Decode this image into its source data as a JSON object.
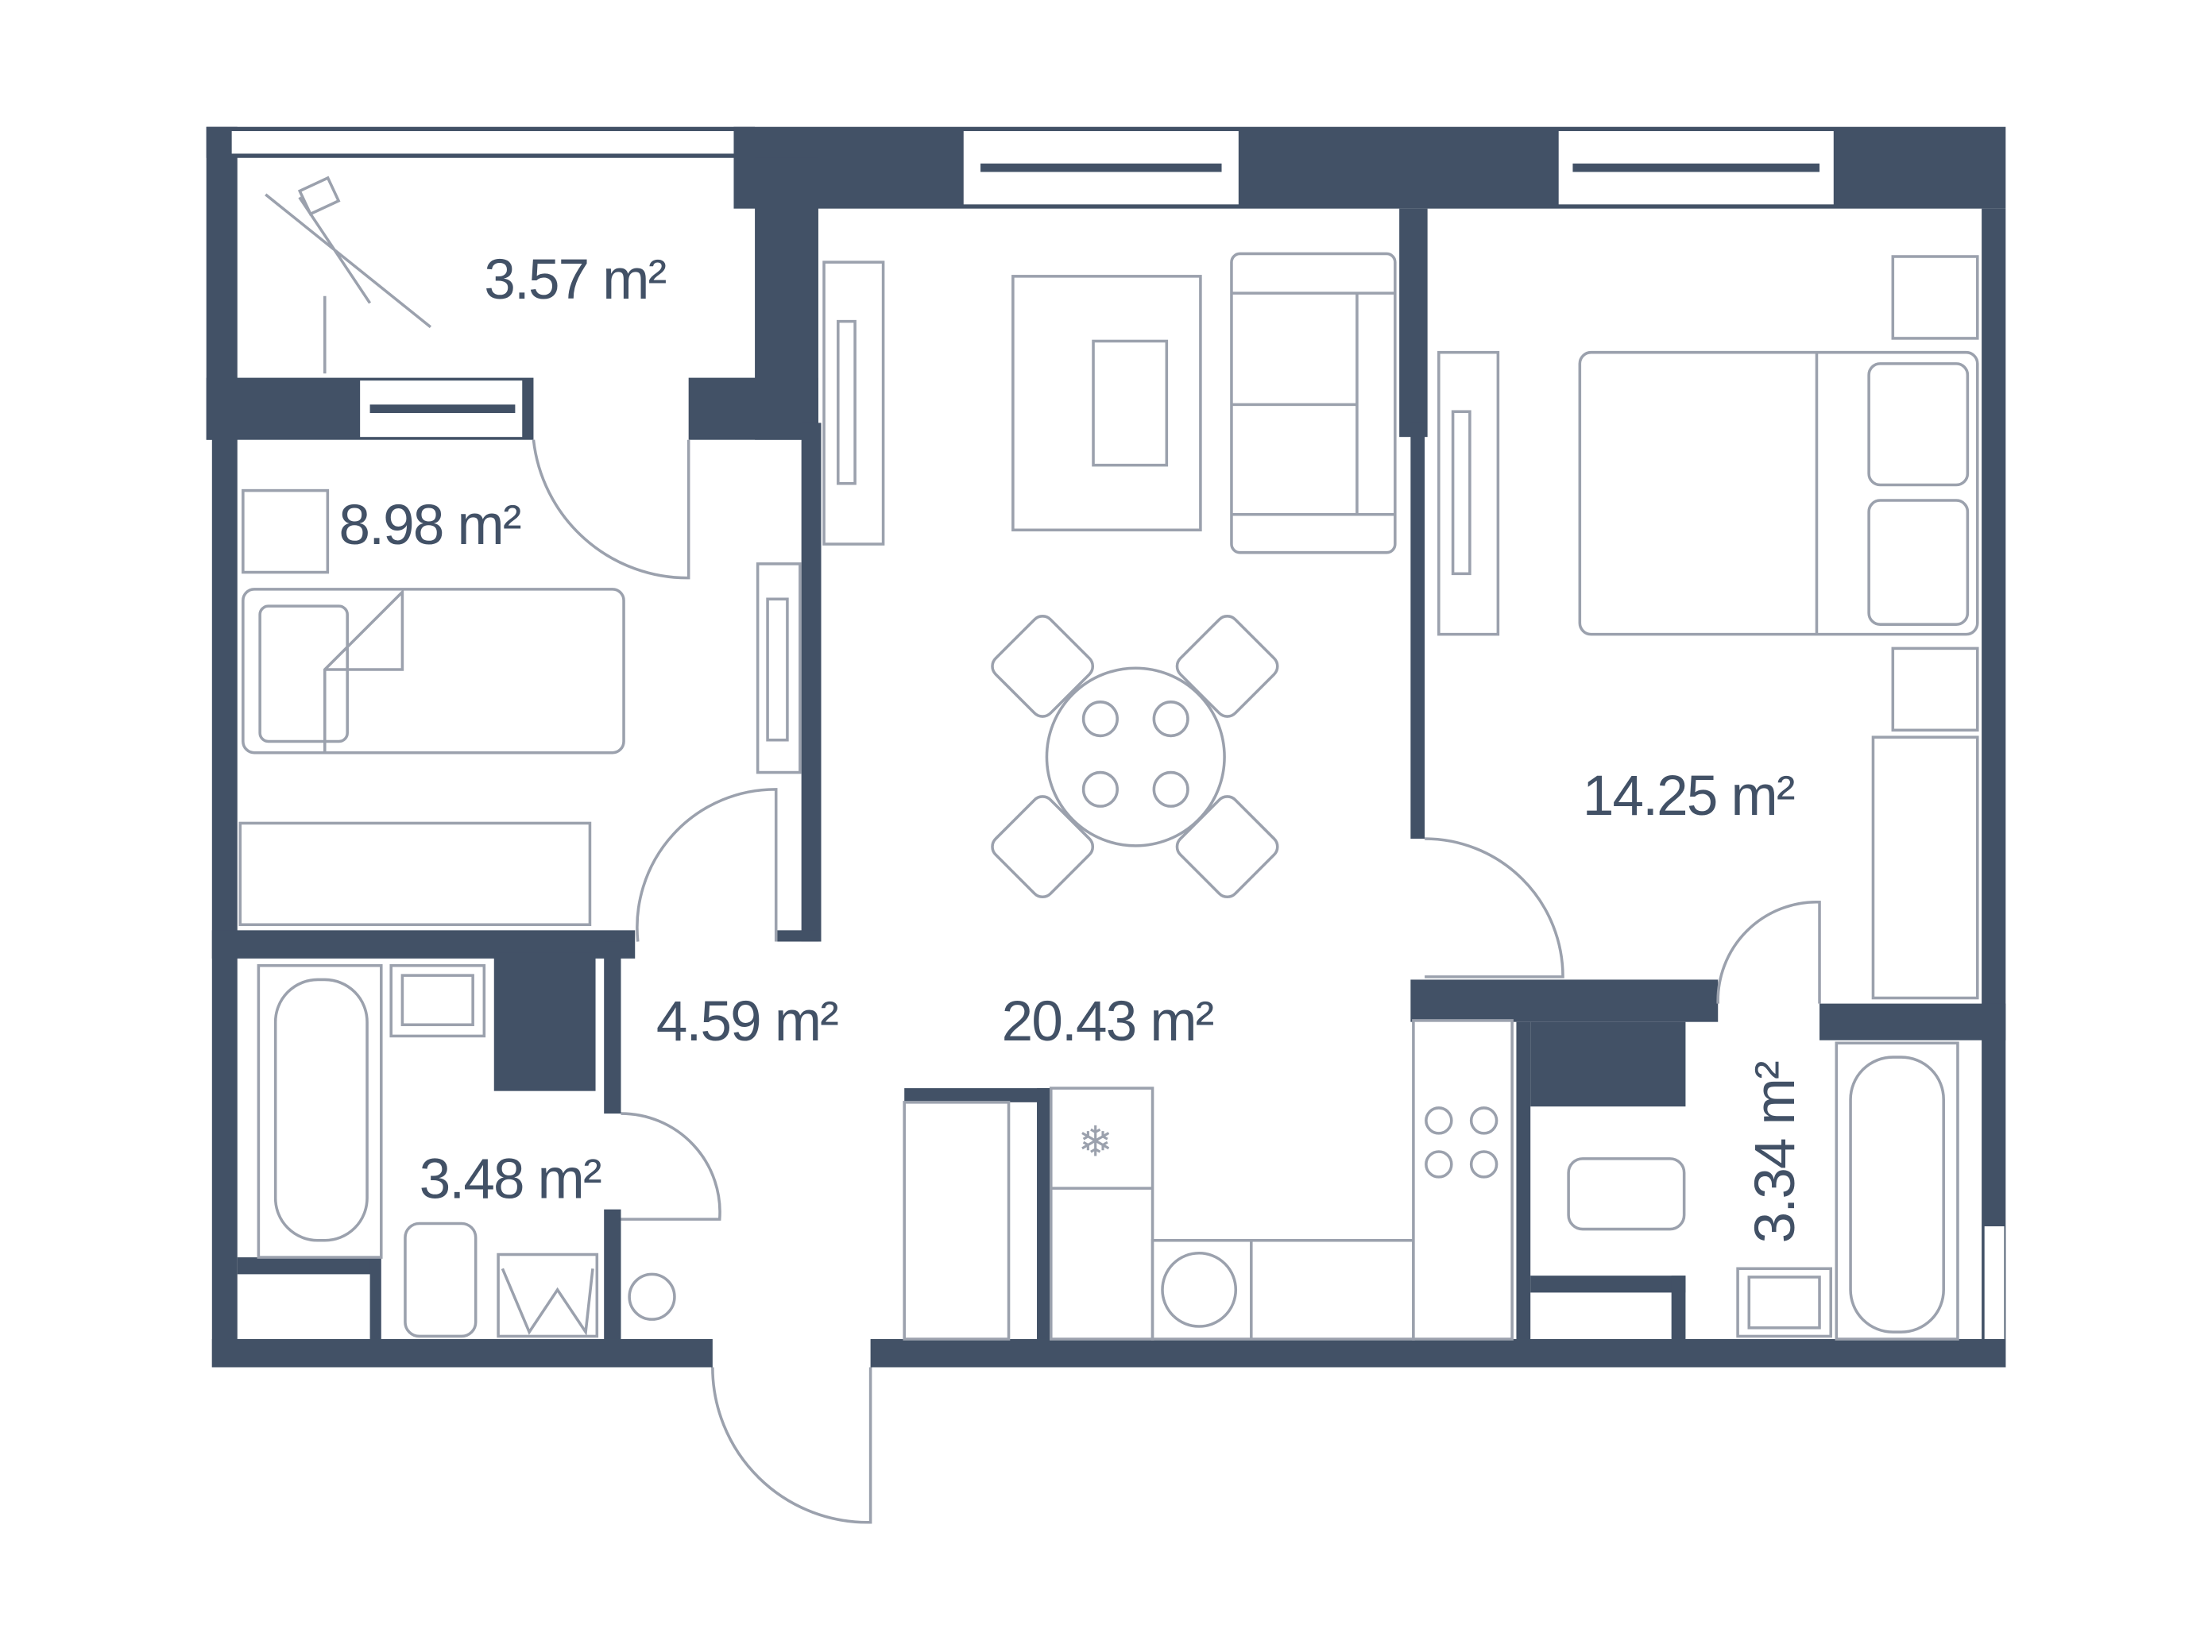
{
  "plan": {
    "wall_color": "#425166",
    "line_color": "#9ba1ad",
    "rooms": [
      {
        "name": "balcony",
        "area": "3.57 m²"
      },
      {
        "name": "bedroom-small",
        "area": "8.98 m²"
      },
      {
        "name": "living-kitchen",
        "area": "20.43 m²"
      },
      {
        "name": "hallway",
        "area": "4.59 m²"
      },
      {
        "name": "bathroom-left",
        "area": "3.48 m²"
      },
      {
        "name": "bedroom-large",
        "area": "14.25 m²"
      },
      {
        "name": "bathroom-right",
        "area": "3.34 m²"
      }
    ]
  }
}
